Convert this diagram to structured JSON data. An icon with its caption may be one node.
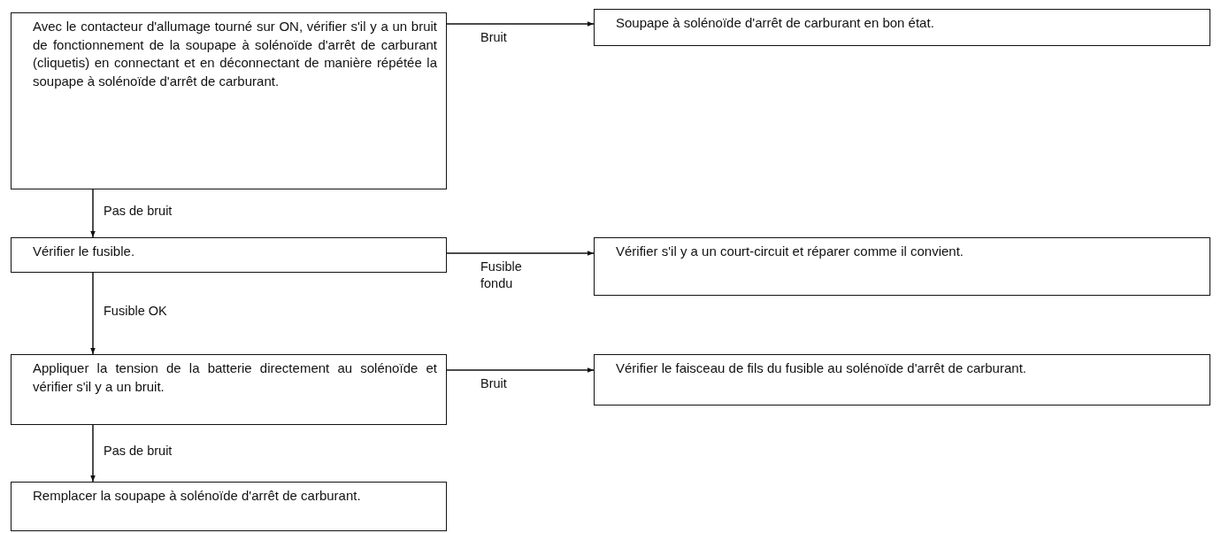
{
  "diagram": {
    "nodes": [
      {
        "text": [
          "Avec le contacteur d'allumage tourné sur ON, vérifier s'il y a un bruit de fonctionnement de la soupape à solénoïde d'arrêt de carburant (cliquetis) en connectant et en déconnectant de manière répétée la soupape à solénoïde d'arrêt de carburant."
        ]
      },
      {
        "text": [
          "Soupape à solénoïde d'arrêt de carburant en bon état."
        ]
      },
      {
        "text": [
          "Vérifier le fusible."
        ]
      },
      {
        "text": [
          "Vérifier s'il y a un court-circuit et réparer comme il convient."
        ]
      },
      {
        "text": [
          "Appliquer la tension de la batterie directement au solénoïde et vérifier s'il y a un bruit."
        ]
      },
      {
        "text": [
          "Vérifier le faisceau de fils du fusible au solénoïde d'arrêt de carburant."
        ]
      },
      {
        "text": [
          "Remplacer la soupape à solénoïde d'arrêt de carburant."
        ]
      }
    ],
    "edges": [
      {
        "from": 0,
        "to": 1,
        "arrow": "to",
        "label": "Bruit"
      },
      {
        "from": 0,
        "to": 2,
        "arrow": "to",
        "label": "Pas de bruit"
      },
      {
        "from": 2,
        "to": 3,
        "arrow": "to",
        "label": "Fusible fondu"
      },
      {
        "from": 2,
        "to": 4,
        "arrow": "to",
        "label": "Fusible OK"
      },
      {
        "from": 4,
        "to": 5,
        "arrow": "to",
        "label": "Bruit"
      },
      {
        "from": 4,
        "to": 6,
        "arrow": "to",
        "label": "Pas de bruit"
      }
    ]
  }
}
